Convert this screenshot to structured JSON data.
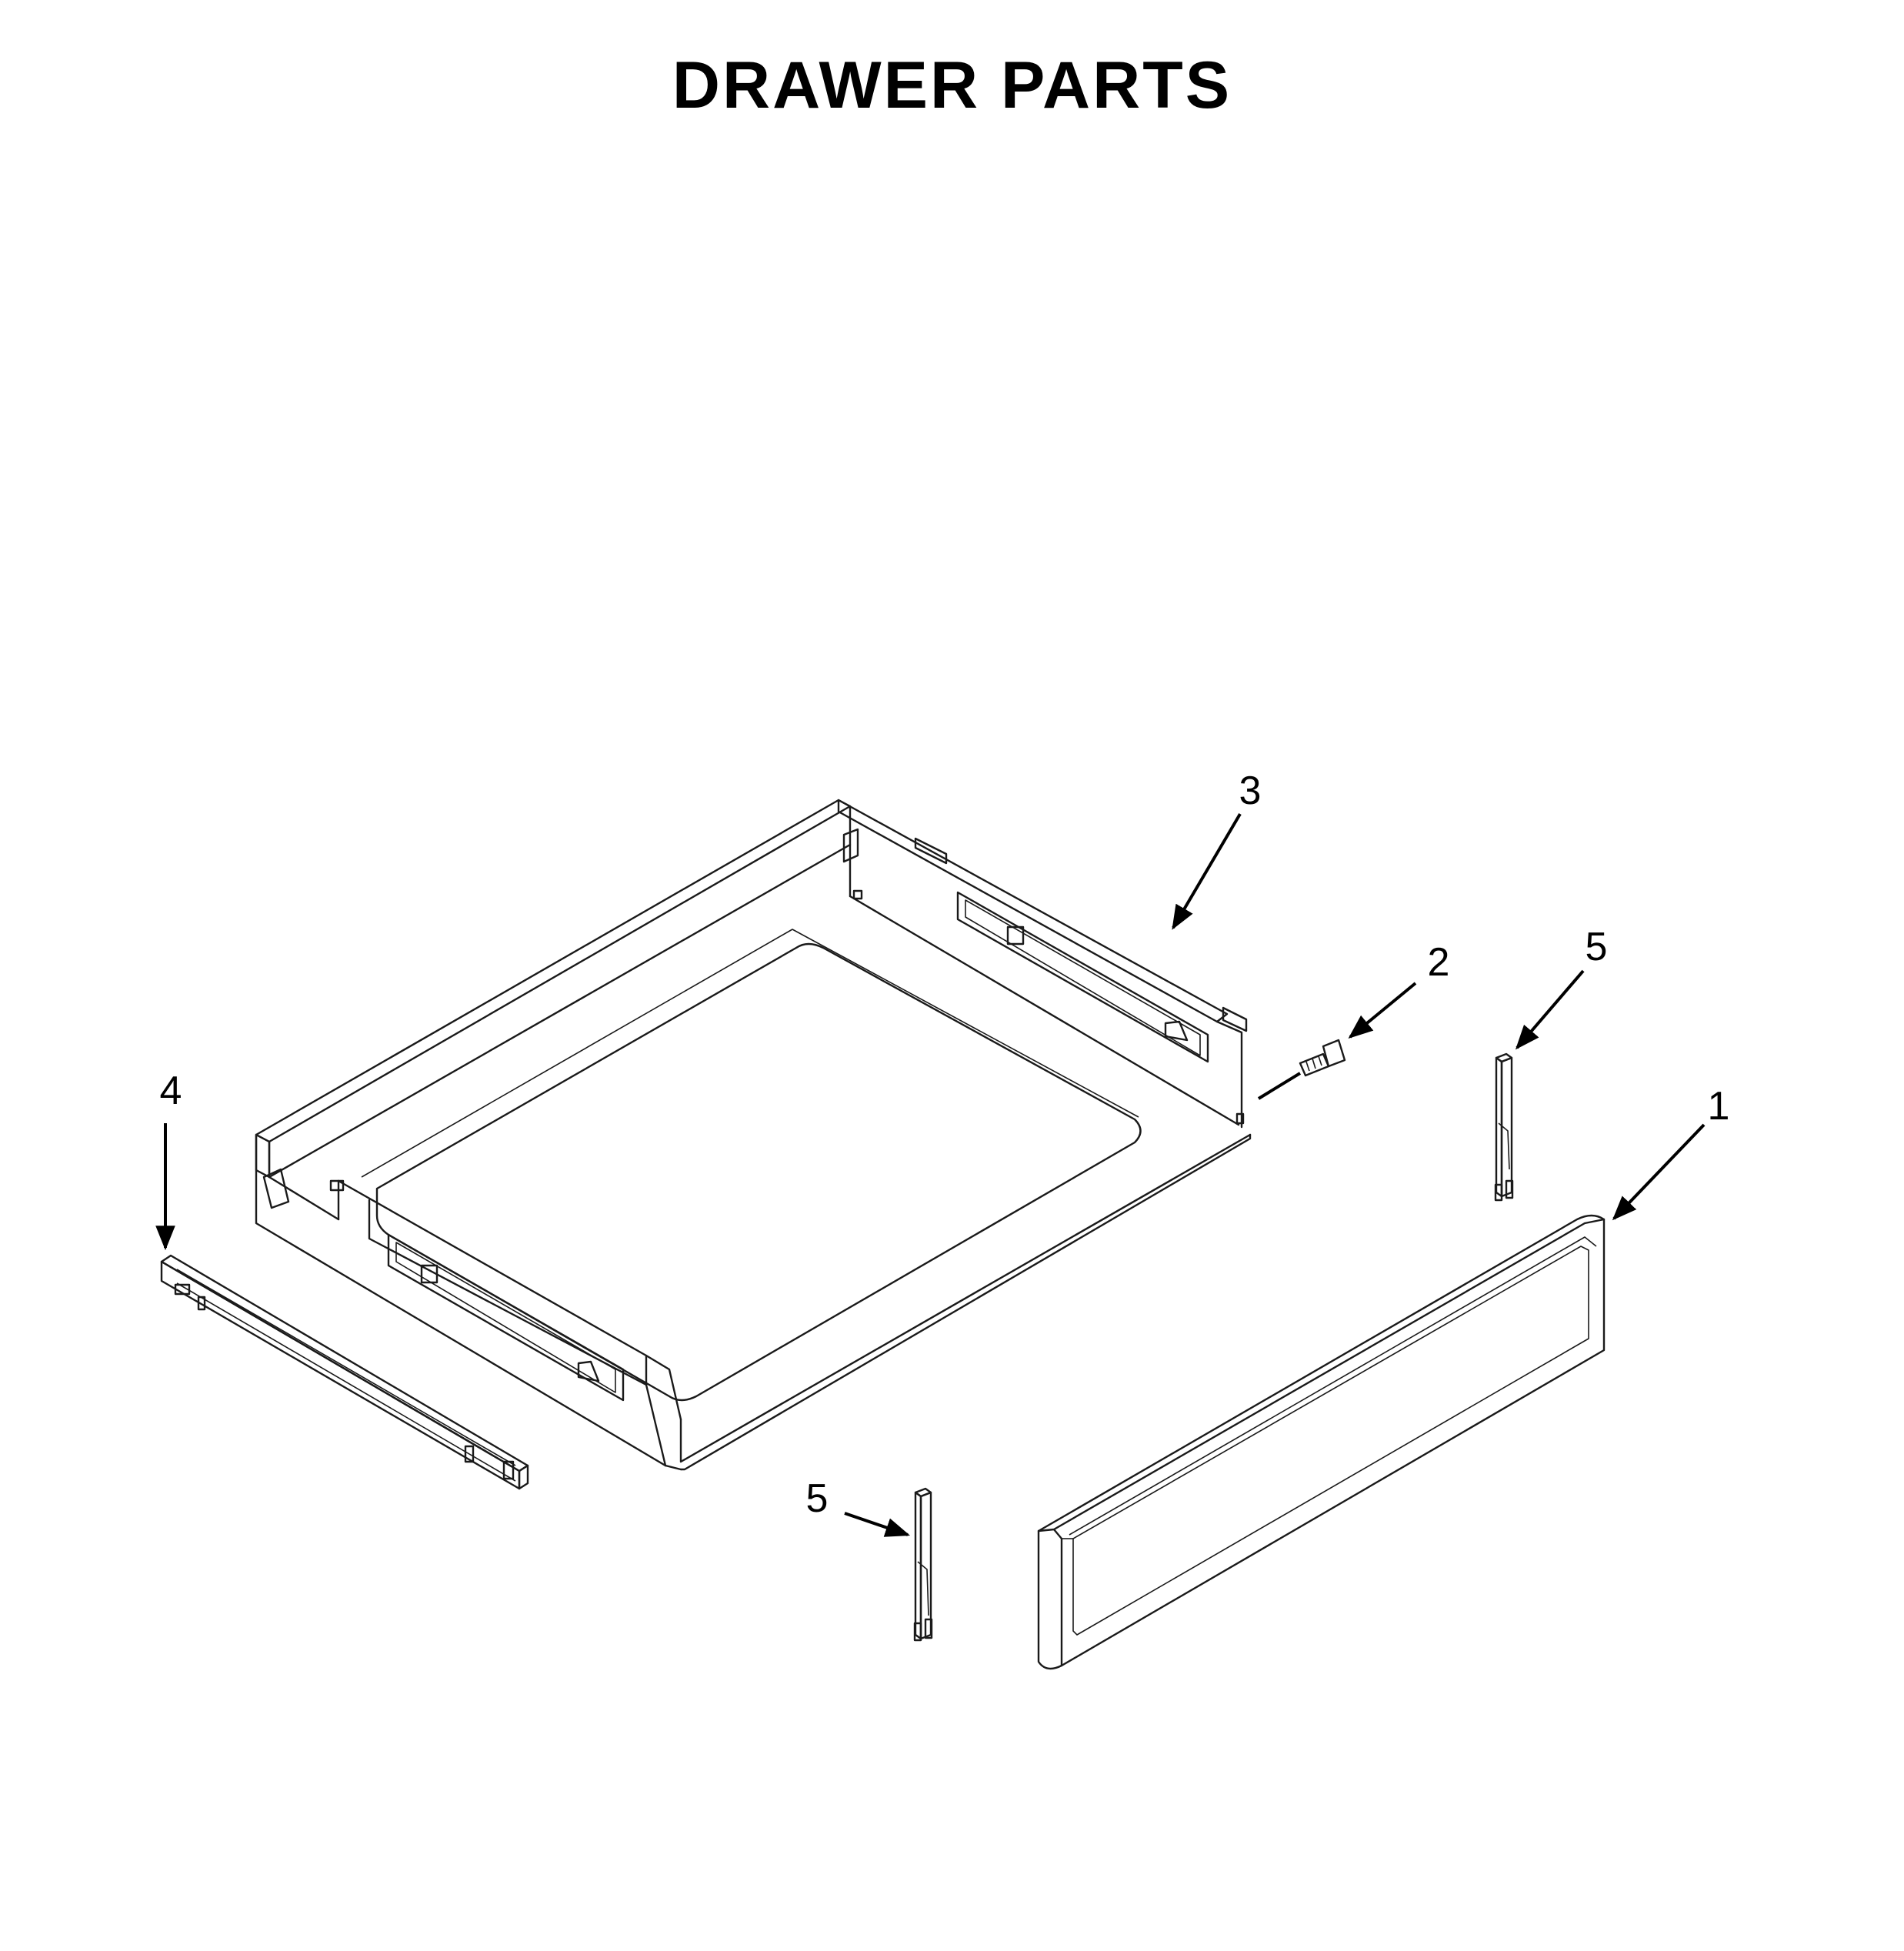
{
  "title": "DRAWER PARTS",
  "callouts": [
    {
      "id": "part-1",
      "label": "1"
    },
    {
      "id": "part-2",
      "label": "2"
    },
    {
      "id": "part-3",
      "label": "3"
    },
    {
      "id": "part-4",
      "label": "4"
    },
    {
      "id": "part-5a",
      "label": "5"
    },
    {
      "id": "part-5b",
      "label": "5"
    }
  ]
}
